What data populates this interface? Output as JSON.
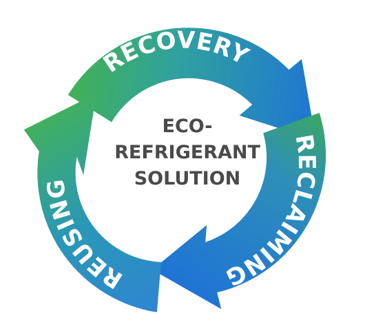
{
  "diagram": {
    "center_lines": [
      "ECO-",
      "REFRIGERANT",
      "SOLUTION"
    ],
    "segments": [
      {
        "label": "RECOVERY",
        "color_start": "#3fb24a",
        "color_end": "#2a7fd4"
      },
      {
        "label": "RECLAIMING",
        "color_start": "#2a7fd4",
        "color_end": "#2a7fd4"
      },
      {
        "label": "REUSING",
        "color_start": "#2a7fd4",
        "color_end": "#49b84c"
      }
    ],
    "colors": {
      "green": "#46b04a",
      "blue": "#2a7fd4",
      "center_text": "#4a4a4a",
      "label_text": "#ffffff"
    }
  }
}
